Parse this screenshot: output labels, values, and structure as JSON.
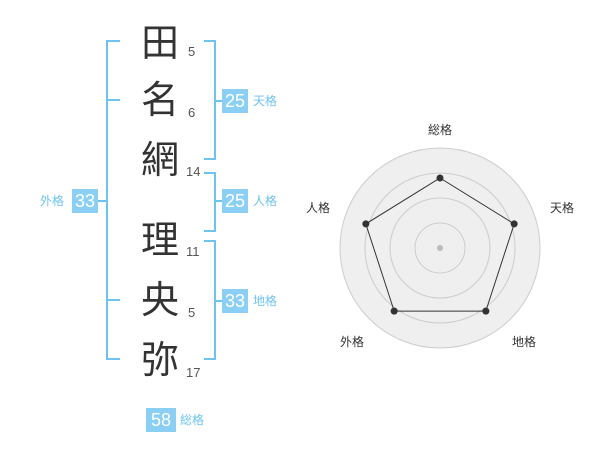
{
  "name_chars": [
    {
      "char": "田",
      "strokes": "5"
    },
    {
      "char": "名",
      "strokes": "6"
    },
    {
      "char": "網",
      "strokes": "14"
    },
    {
      "char": "理",
      "strokes": "11"
    },
    {
      "char": "央",
      "strokes": "5"
    },
    {
      "char": "弥",
      "strokes": "17"
    }
  ],
  "kakusuu": {
    "tenkaku": {
      "value": "25",
      "label": "天格"
    },
    "jinkaku": {
      "value": "25",
      "label": "人格"
    },
    "chikaku": {
      "value": "33",
      "label": "地格"
    },
    "gaikaku": {
      "value": "33",
      "label": "外格"
    },
    "soukaku": {
      "value": "58",
      "label": "総格"
    }
  },
  "radar": {
    "labels": {
      "top": "総格",
      "right": "天格",
      "bottom_right": "地格",
      "bottom_left": "外格",
      "left": "人格"
    },
    "values": {
      "top": 0.7,
      "right": 0.78,
      "bottom_right": 0.78,
      "bottom_left": 0.78,
      "left": 0.78
    },
    "rings": 4,
    "colors": {
      "fill": "#efefef",
      "ring": "#cccccc",
      "polygon": "#333333",
      "point": "#333333"
    }
  },
  "colors": {
    "accent": "#8ccff5",
    "line": "#6ec3f0",
    "text": "#333333"
  }
}
